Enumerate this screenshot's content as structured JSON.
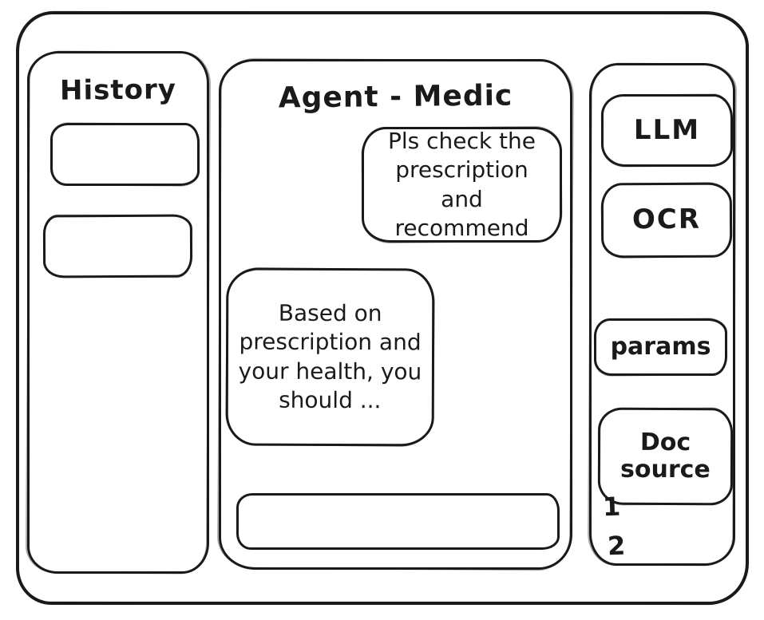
{
  "colors": {
    "ink": "#1a1a1a",
    "background": "#ffffff"
  },
  "history_panel": {
    "title": "History",
    "items": [
      {
        "label": ""
      },
      {
        "label": ""
      }
    ]
  },
  "chat": {
    "title": "Agent - Medic",
    "messages": [
      {
        "role": "user",
        "text": "Pls check the prescription and recommend"
      },
      {
        "role": "assistant",
        "text": "Based on prescription and your health, you should ..."
      }
    ],
    "input": {
      "value": "",
      "placeholder": ""
    }
  },
  "tools_panel": {
    "buttons": [
      {
        "id": "llm",
        "label": "LLM"
      },
      {
        "id": "ocr",
        "label": "OCR"
      },
      {
        "id": "params",
        "label": "params"
      },
      {
        "id": "doc_source",
        "label": "Doc source"
      }
    ],
    "doc_sources": [
      {
        "label": "1"
      },
      {
        "label": "2"
      }
    ]
  }
}
